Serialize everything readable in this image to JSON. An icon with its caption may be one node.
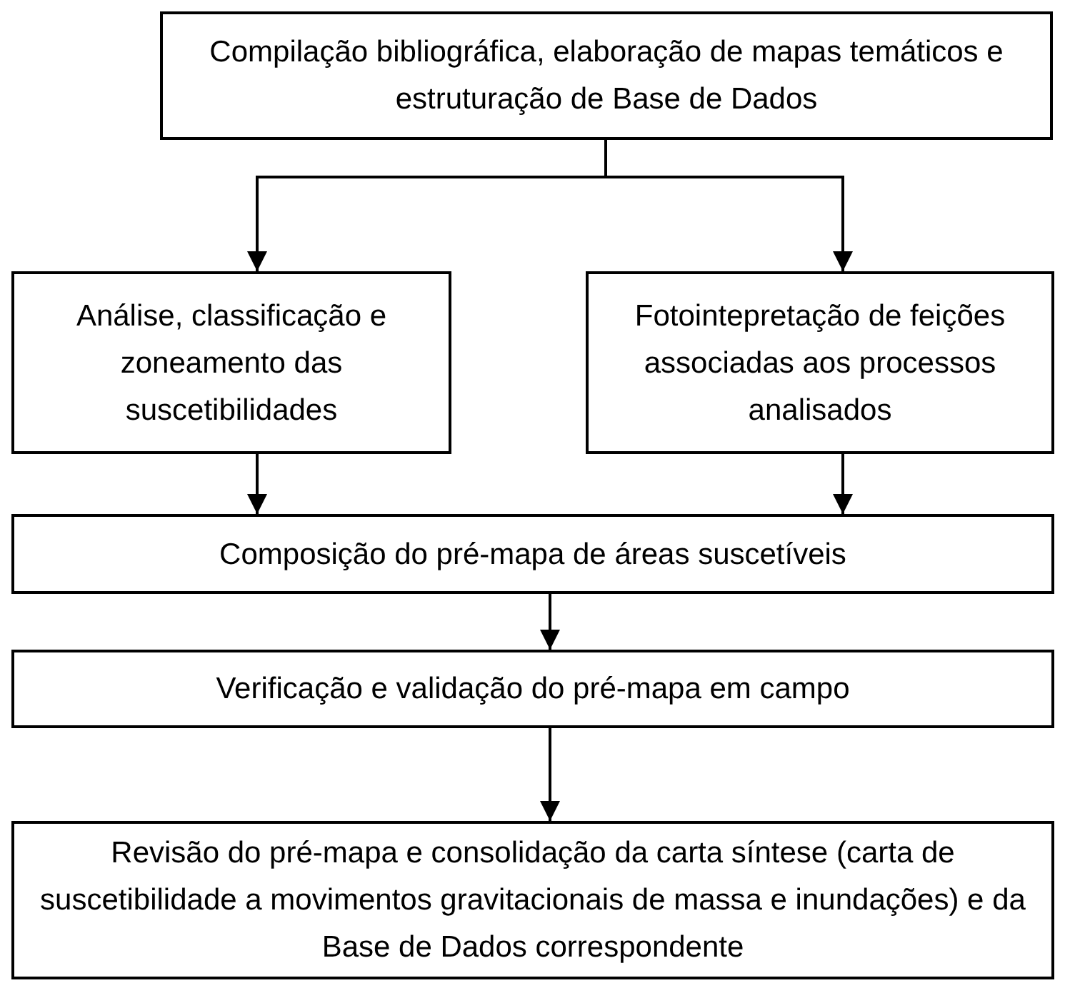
{
  "diagram": {
    "nodes": [
      {
        "text": [
          "Compilação bibliográfica, elaboração de mapas temáticos e estruturação de Base de Dados"
        ]
      },
      {
        "text": [
          "Análise, classificação e zoneamento das suscetibilidades"
        ]
      },
      {
        "text": [
          "Fotointepretação de feições associadas aos processos analisados"
        ]
      },
      {
        "text": [
          "Composição do pré-mapa de áreas suscetíveis"
        ]
      },
      {
        "text": [
          "Verificação e validação do pré-mapa em campo"
        ]
      },
      {
        "text": [
          "Revisão do pré-mapa e consolidação da carta síntese (carta de suscetibilidade a movimentos gravitacionais de massa e inundações) e da Base de Dados correspondente"
        ]
      }
    ],
    "edges": [
      {
        "from": 0,
        "to": 1,
        "arrow": "to"
      },
      {
        "from": 0,
        "to": 2,
        "arrow": "to"
      },
      {
        "from": 1,
        "to": 3,
        "arrow": "to"
      },
      {
        "from": 2,
        "to": 3,
        "arrow": "to"
      },
      {
        "from": 3,
        "to": 4,
        "arrow": "to"
      },
      {
        "from": 4,
        "to": 5,
        "arrow": "to"
      }
    ]
  }
}
